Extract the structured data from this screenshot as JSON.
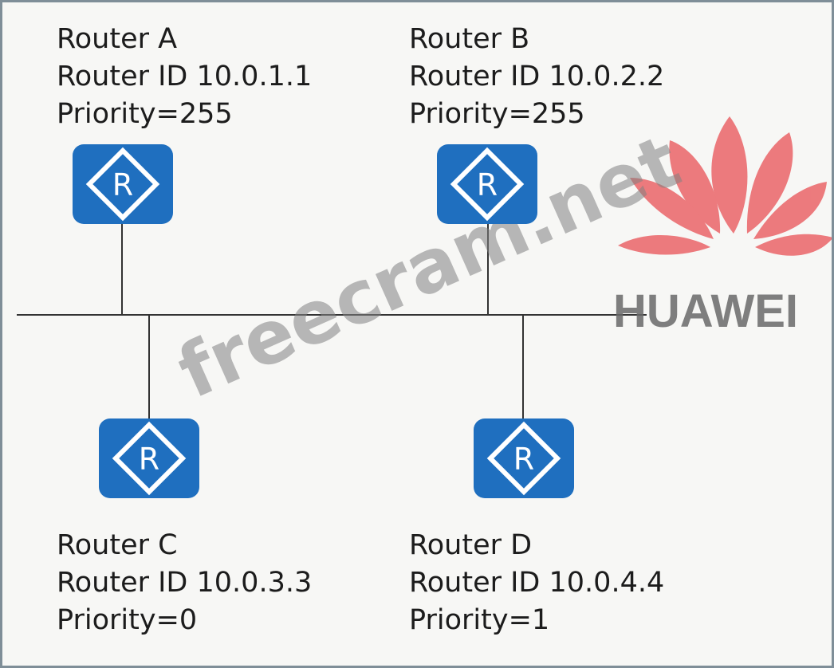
{
  "routers": [
    {
      "name": "Router A",
      "router_id": "Router ID 10.0.1.1",
      "priority": "Priority=255"
    },
    {
      "name": "Router B",
      "router_id": "Router ID 10.0.2.2",
      "priority": "Priority=255"
    },
    {
      "name": "Router C",
      "router_id": "Router ID 10.0.3.3",
      "priority": "Priority=0"
    },
    {
      "name": "Router D",
      "router_id": "Router ID 10.0.4.4",
      "priority": "Priority=1"
    }
  ],
  "router_icon_letter": "R",
  "watermark": "freecram.net",
  "logo": {
    "text": "HUAWEI",
    "color": "#e84b4f"
  },
  "colors": {
    "router_blue": "#1f6fbf",
    "line": "#333333"
  },
  "icons": {
    "router": "router-icon",
    "logo": "huawei-logo"
  }
}
